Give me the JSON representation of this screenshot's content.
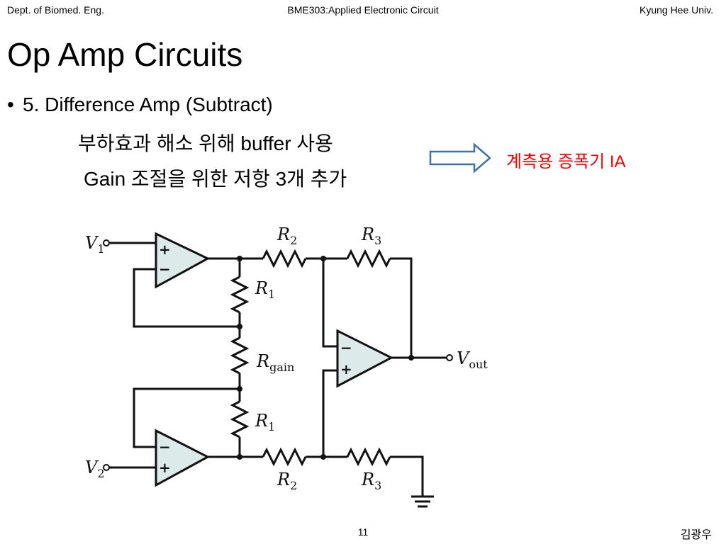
{
  "header": {
    "left": "Dept. of Biomed. Eng.",
    "center": "BME303:Applied Electronic Circuit",
    "right": "Kyung Hee Univ."
  },
  "slide": {
    "title": "Op Amp Circuits",
    "bullet": "5. Difference Amp (Subtract)",
    "line1": "부하효과 해소 위해 buffer 사용",
    "line2": "Gain 조절을 위한 저항 3개 추가",
    "ia_label": "계측용 증폭기 IA",
    "arrow_icon": "right-arrow-icon",
    "arrow_color": "#41719c"
  },
  "circuit": {
    "input1": "V",
    "input1_sub": "1",
    "input2": "V",
    "input2_sub": "2",
    "output": "V",
    "output_sub": "out",
    "r1_top": "R",
    "r1_top_sub": "1",
    "r1_bottom": "R",
    "r1_bottom_sub": "1",
    "rgain": "R",
    "rgain_sub": "gain",
    "r2_top": "R",
    "r2_top_sub": "2",
    "r2_bottom": "R",
    "r2_bottom_sub": "2",
    "r3_top": "R",
    "r3_top_sub": "3",
    "r3_bottom": "R",
    "r3_bottom_sub": "3",
    "plus": "+",
    "minus": "−",
    "opamp_fill": "#dcebea"
  },
  "footer": {
    "page": "11",
    "author": "김광우"
  }
}
